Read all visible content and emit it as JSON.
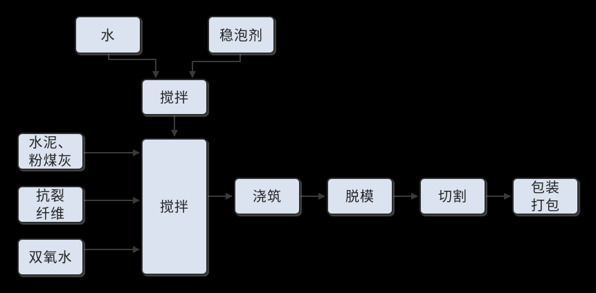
{
  "diagram": {
    "type": "flowchart",
    "background_color": "#000000",
    "node_fill_color": "#dbe3f0",
    "node_border_color": "#2d2d2d",
    "edge_color": "#3a3a3a",
    "text_color": "#242424",
    "nodes": {
      "water": {
        "label": "水"
      },
      "foam_stabilizer": {
        "label": "稳泡剂"
      },
      "premix": {
        "label": "搅拌"
      },
      "cement_flyash": {
        "label": "水泥、\n粉煤灰"
      },
      "anticrack_fiber": {
        "label": "抗裂\n纤维"
      },
      "hydrogen_peroxide": {
        "label": "双氧水"
      },
      "main_mix": {
        "label": "搅拌"
      },
      "pouring": {
        "label": "浇筑"
      },
      "demolding": {
        "label": "脱模"
      },
      "cutting": {
        "label": "切割"
      },
      "packaging": {
        "label": "包装\n打包"
      }
    },
    "edges": [
      {
        "from": "water",
        "to": "premix"
      },
      {
        "from": "foam_stabilizer",
        "to": "premix"
      },
      {
        "from": "premix",
        "to": "main_mix"
      },
      {
        "from": "cement_flyash",
        "to": "main_mix"
      },
      {
        "from": "anticrack_fiber",
        "to": "main_mix"
      },
      {
        "from": "hydrogen_peroxide",
        "to": "main_mix"
      },
      {
        "from": "main_mix",
        "to": "pouring"
      },
      {
        "from": "pouring",
        "to": "demolding"
      },
      {
        "from": "demolding",
        "to": "cutting"
      },
      {
        "from": "cutting",
        "to": "packaging"
      }
    ]
  }
}
